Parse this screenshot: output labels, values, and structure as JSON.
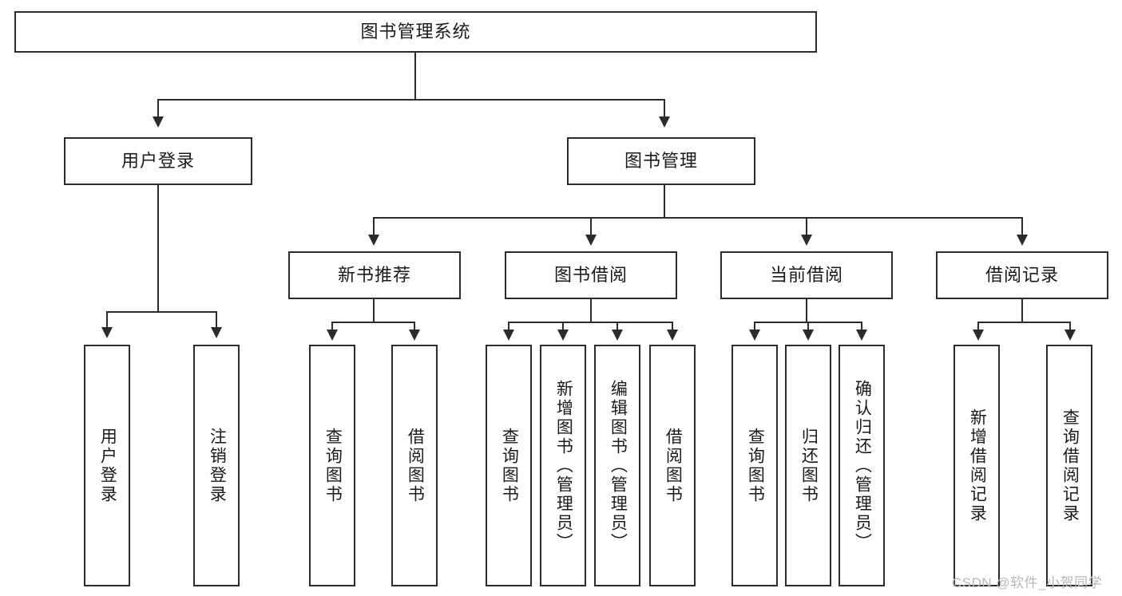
{
  "diagram": {
    "title_text": "图书管理系统",
    "watermark": "CSDN @软件_小贺同学",
    "colors": {
      "stroke": "#2b2b2b",
      "background": "#ffffff",
      "text": "#1a1a1a",
      "watermark": "#b8b8b8"
    },
    "root": {
      "label": "图书管理系统"
    },
    "level2": [
      {
        "label": "用户登录"
      },
      {
        "label": "图书管理"
      }
    ],
    "level3": [
      {
        "label": "新书推荐"
      },
      {
        "label": "图书借阅"
      },
      {
        "label": "当前借阅"
      },
      {
        "label": "借阅记录"
      }
    ],
    "leaves": {
      "user_login": [
        {
          "label": "用户登录"
        },
        {
          "label": "注销登录"
        }
      ],
      "new_book_recommend": [
        {
          "label": "查询图书"
        },
        {
          "label": "借阅图书"
        }
      ],
      "book_borrow": [
        {
          "label": "查询图书"
        },
        {
          "label": "新增图书（管理员）"
        },
        {
          "label": "编辑图书（管理员）"
        },
        {
          "label": "借阅图书"
        }
      ],
      "current_borrow": [
        {
          "label": "查询图书"
        },
        {
          "label": "归还图书"
        },
        {
          "label": "确认归还（管理员）"
        }
      ],
      "borrow_record": [
        {
          "label": "新增借阅记录"
        },
        {
          "label": "查询借阅记录"
        }
      ]
    }
  }
}
